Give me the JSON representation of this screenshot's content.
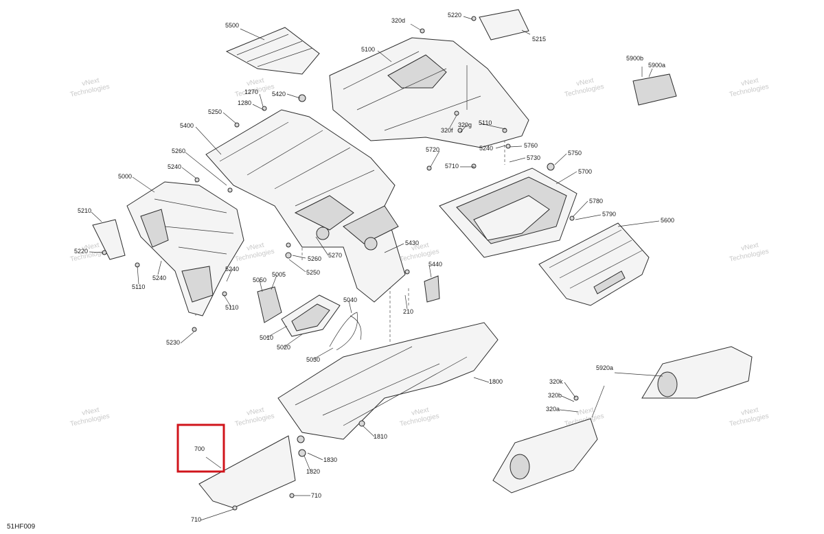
{
  "diagram": {
    "drawing_code": "51HF009",
    "highlight_color": "#d0141b",
    "highlighted_callout": "700",
    "watermark_text": [
      "vNext",
      "Technologies"
    ],
    "callouts": [
      "5500",
      "320d",
      "5220",
      "5215",
      "5100",
      "5900b",
      "5900a",
      "1270",
      "5420",
      "1280",
      "5250",
      "5400",
      "5110",
      "320f",
      "320g",
      "5240",
      "5760",
      "5720",
      "5730",
      "5750",
      "5260",
      "5710",
      "5240",
      "5700",
      "5000",
      "5780",
      "5790",
      "5210",
      "5600",
      "5220",
      "5430",
      "5260",
      "5270",
      "5110",
      "5240",
      "5250",
      "5440",
      "5240",
      "5050",
      "5005",
      "5110",
      "210",
      "5040",
      "5010",
      "5020",
      "5230",
      "5030",
      "1800",
      "5920a",
      "320k",
      "320b",
      "320a",
      "1810",
      "700",
      "1830",
      "1820",
      "710",
      "710"
    ]
  }
}
